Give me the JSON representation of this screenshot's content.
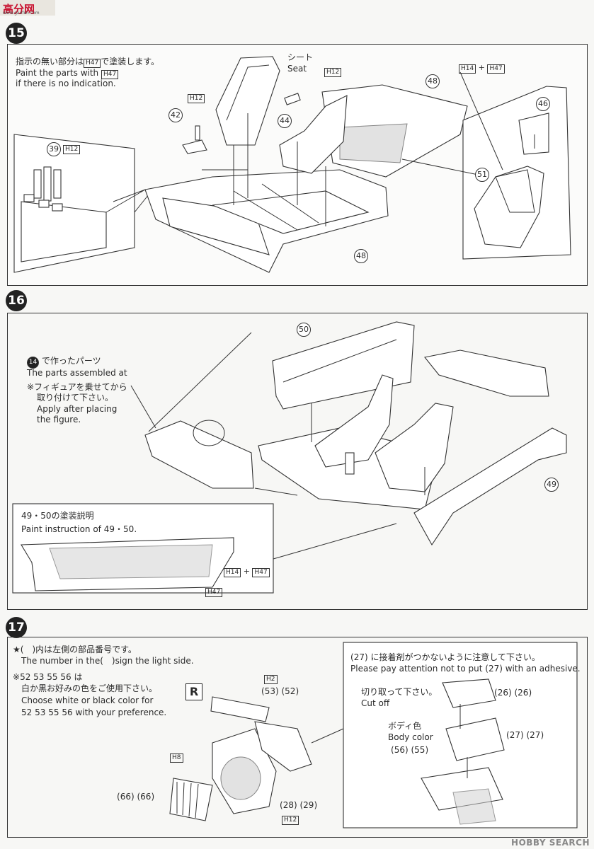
{
  "header": {
    "site_logo": "高分网",
    "site_url": "www.gaofen.com",
    "watermark": "HOBBY SEARCH"
  },
  "step15": {
    "number": "15",
    "note_jp": "指示の無い部分は",
    "note_jp_paint": "H47",
    "note_jp_end": "で塗装します。",
    "note_en1": "Paint the parts with",
    "note_en1_paint": "H47",
    "note_en2": "if there is no indication.",
    "seat_jp": "シート",
    "seat_en": "Seat",
    "parts": {
      "p39": "39",
      "p42": "42",
      "p44": "44",
      "p46": "46",
      "p48a": "48",
      "p48b": "48",
      "p51": "51"
    },
    "paints": {
      "h12a": "H12",
      "h12b": "H12",
      "h12c": "H12",
      "h14": "H14",
      "h47": "H47",
      "plus": "+"
    }
  },
  "step16": {
    "number": "16",
    "ref_part": "14",
    "ref_jp": "で作ったパーツ",
    "ref_en": "The parts assembled at",
    "figure_jp1": "※フィギュアを乗せてから",
    "figure_jp2": "取り付けて下さい。",
    "figure_en1": "Apply after placing",
    "figure_en2": "the figure.",
    "parts": {
      "p49": "49",
      "p50": "50"
    },
    "paint_box": {
      "part_a": "49",
      "part_b": "50",
      "title_jp": "の塗装説明",
      "title_en": "Paint instruction of",
      "dot": "・",
      "h14": "H14",
      "plus": "+",
      "h47a": "H47",
      "h47b": "H47"
    }
  },
  "step17": {
    "number": "17",
    "note1_jp": "★(　)内は左側の部品番号です。",
    "note1_en": "The number in the(　)sign the light side.",
    "note2_mark": "※",
    "note2_parts": [
      "52",
      "53",
      "55",
      "56"
    ],
    "note2_jp_end": "は",
    "note2_jp2": "白か黒お好みの色をご使用下さい。",
    "note2_en1": "Choose white or black color for",
    "note2_en2_end": "with your preference.",
    "r_label": "R",
    "parts": {
      "p53": "53",
      "p52": "52",
      "p66a": "66",
      "p66b": "66",
      "p28": "28",
      "p29": "29"
    },
    "paints": {
      "h2": "H2",
      "h8": "H8",
      "h12": "H12"
    },
    "box": {
      "part_27a": "27",
      "warn_jp": "に接着剤がつかないように注意して下さい。",
      "warn_en": "Please pay attention not to put",
      "warn_en_end": "with an adhesive.",
      "cut_jp": "切り取って下さい。",
      "cut_en": "Cut off",
      "body_jp": "ボディ色",
      "body_en": "Body color",
      "parts": {
        "p26a": "26",
        "p26b": "26",
        "p27b": "27",
        "p27c": "27",
        "p56": "56",
        "p55": "55"
      }
    }
  }
}
